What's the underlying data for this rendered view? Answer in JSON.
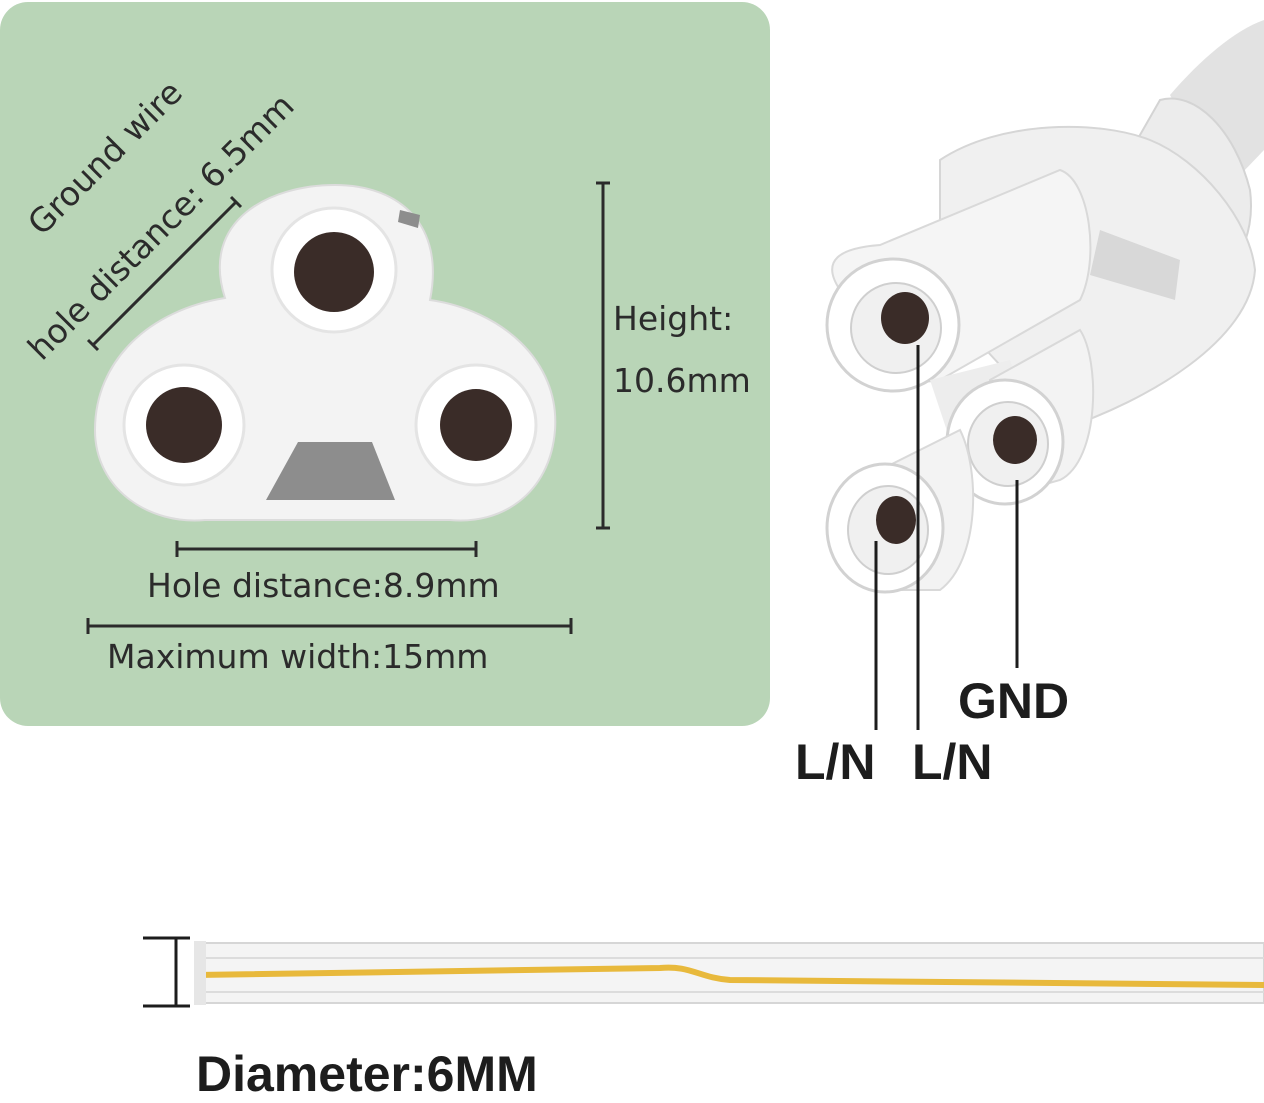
{
  "dimensions": {
    "ground_wire_line1": "Ground wire",
    "ground_wire_line2": "hole distance:  6.5mm",
    "height_line1": "Height:",
    "height_line2": "10.6mm",
    "hole_distance": "Hole distance:8.9mm",
    "max_width": "Maximum width:15mm"
  },
  "pin_labels": {
    "gnd": "GND",
    "ln_left": "L/N",
    "ln_right": "L/N"
  },
  "cable": {
    "diameter": "Diameter:6MM"
  },
  "colors": {
    "panel_bg": "#b9d5b7",
    "connector": "#f2f2f2",
    "hole": "#3a2c28",
    "cable_stripe": "#e8b93c"
  }
}
